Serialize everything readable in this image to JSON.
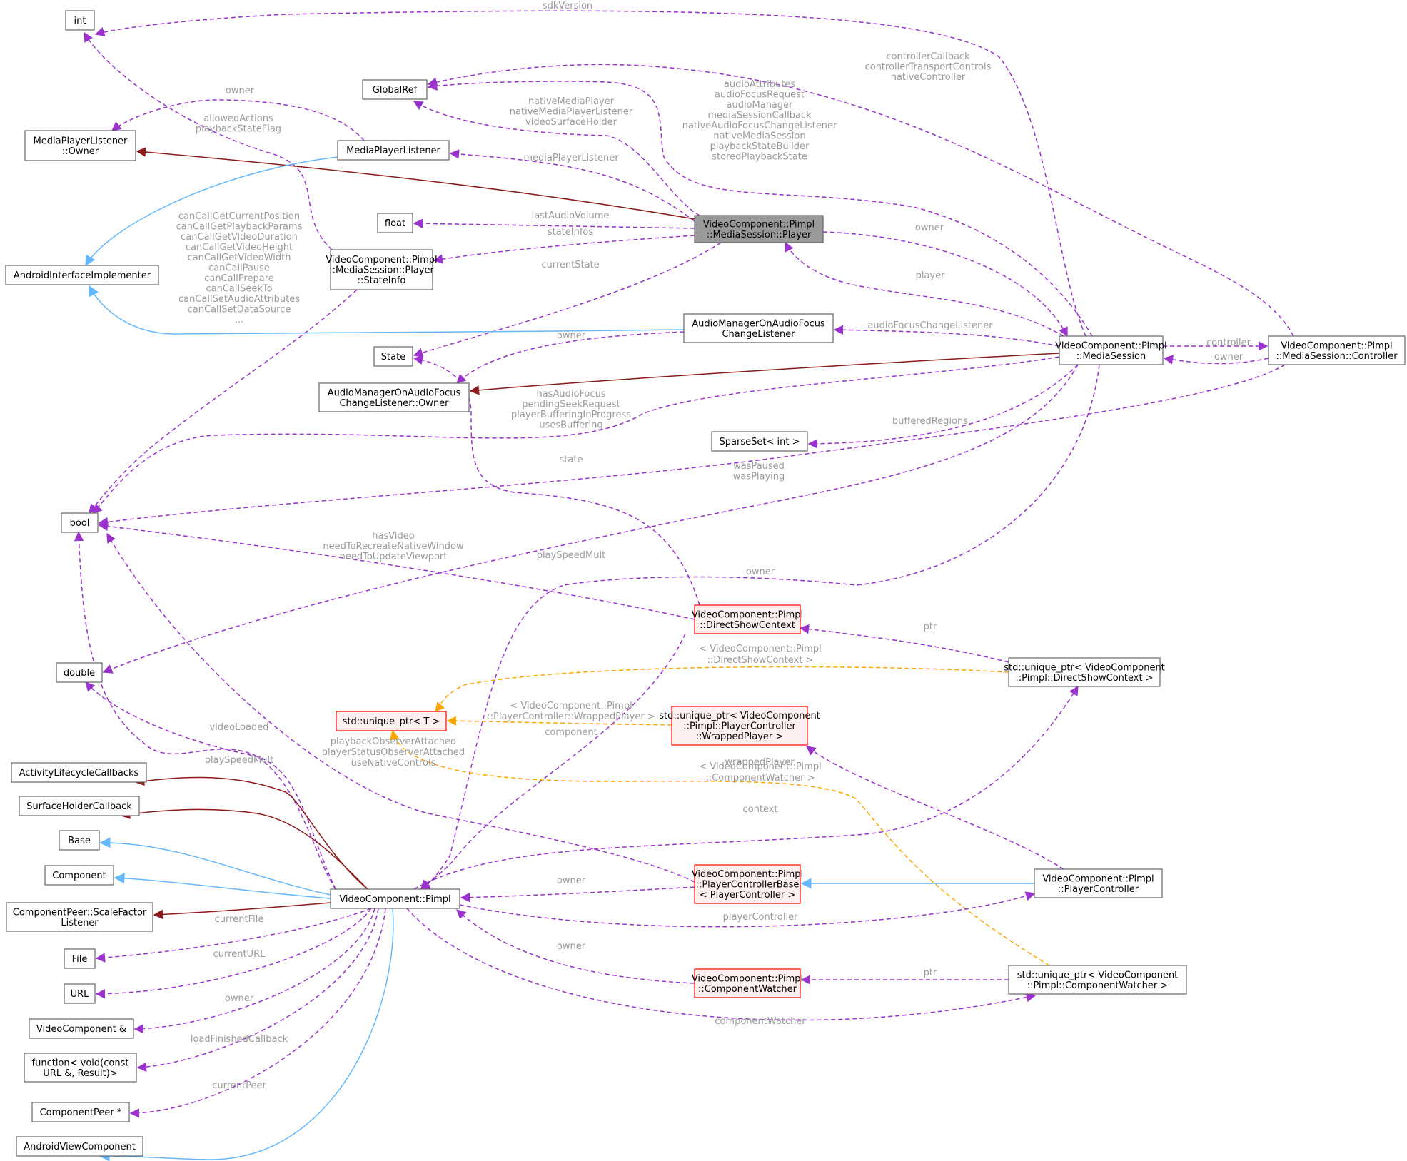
{
  "colors": {
    "usage": "#9a32cd",
    "template": "#ffa500",
    "public_inheritance": "#63b8ff",
    "protected_inheritance": "#8b1a1a",
    "focus_fill": "#999999",
    "red_box_border": "#ff0000",
    "red_box_fill": "#fff0f0",
    "box_border": "#666666",
    "label_text": "#9a9a9a"
  },
  "nodes": {
    "player": {
      "lines": [
        "VideoComponent::Pimpl",
        "::MediaSession::Player"
      ],
      "style": "focus"
    },
    "int": {
      "lines": [
        "int"
      ],
      "style": "plain"
    },
    "globalref": {
      "lines": [
        "GlobalRef"
      ],
      "style": "plain"
    },
    "mpl_owner": {
      "lines": [
        "MediaPlayerListener",
        "::Owner"
      ],
      "style": "plain"
    },
    "mpl": {
      "lines": [
        "MediaPlayerListener"
      ],
      "style": "plain"
    },
    "android_impl": {
      "lines": [
        "AndroidInterfaceImplementer"
      ],
      "style": "plain"
    },
    "float": {
      "lines": [
        "float"
      ],
      "style": "plain"
    },
    "stateinfo": {
      "lines": [
        "VideoComponent::Pimpl",
        "::MediaSession::Player",
        "::StateInfo"
      ],
      "style": "plain"
    },
    "state": {
      "lines": [
        "State"
      ],
      "style": "plain"
    },
    "afl": {
      "lines": [
        "AudioManagerOnAudioFocus",
        "ChangeListener"
      ],
      "style": "plain"
    },
    "afl_owner": {
      "lines": [
        "AudioManagerOnAudioFocus",
        "ChangeListener::Owner"
      ],
      "style": "plain"
    },
    "mediasession": {
      "lines": [
        "VideoComponent::Pimpl",
        "::MediaSession"
      ],
      "style": "plain"
    },
    "controller": {
      "lines": [
        "VideoComponent::Pimpl",
        "::MediaSession::Controller"
      ],
      "style": "plain"
    },
    "sparseset": {
      "lines": [
        "SparseSet< int >"
      ],
      "style": "plain"
    },
    "bool": {
      "lines": [
        "bool"
      ],
      "style": "plain"
    },
    "double": {
      "lines": [
        "double"
      ],
      "style": "plain"
    },
    "dsc": {
      "lines": [
        "VideoComponent::Pimpl",
        "::DirectShowContext"
      ],
      "style": "red"
    },
    "uptr_dsc": {
      "lines": [
        "std::unique_ptr< VideoComponent",
        "::Pimpl::DirectShowContext >"
      ],
      "style": "plain"
    },
    "uptr_t": {
      "lines": [
        "std::unique_ptr< T >"
      ],
      "style": "red"
    },
    "uptr_wp": {
      "lines": [
        "std::unique_ptr< VideoComponent",
        "::Pimpl::PlayerController",
        "::WrappedPlayer >"
      ],
      "style": "red"
    },
    "alc": {
      "lines": [
        "ActivityLifecycleCallbacks"
      ],
      "style": "plain"
    },
    "shc": {
      "lines": [
        "SurfaceHolderCallback"
      ],
      "style": "plain"
    },
    "base": {
      "lines": [
        "Base"
      ],
      "style": "plain"
    },
    "component": {
      "lines": [
        "Component"
      ],
      "style": "plain"
    },
    "cpsfl": {
      "lines": [
        "ComponentPeer::ScaleFactor",
        "Listener"
      ],
      "style": "plain"
    },
    "pimpl": {
      "lines": [
        "VideoComponent::Pimpl"
      ],
      "style": "plain"
    },
    "pcb": {
      "lines": [
        "VideoComponent::Pimpl",
        "::PlayerControllerBase",
        "< PlayerController >"
      ],
      "style": "red"
    },
    "pc": {
      "lines": [
        "VideoComponent::Pimpl",
        "::PlayerController"
      ],
      "style": "plain"
    },
    "file": {
      "lines": [
        "File"
      ],
      "style": "plain"
    },
    "url": {
      "lines": [
        "URL"
      ],
      "style": "plain"
    },
    "vcref": {
      "lines": [
        "VideoComponent &"
      ],
      "style": "plain"
    },
    "func": {
      "lines": [
        "function< void(const",
        "URL &, Result)>"
      ],
      "style": "plain"
    },
    "cpeer": {
      "lines": [
        "ComponentPeer *"
      ],
      "style": "plain"
    },
    "avc": {
      "lines": [
        "AndroidViewComponent"
      ],
      "style": "plain"
    },
    "cw": {
      "lines": [
        "VideoComponent::Pimpl",
        "::ComponentWatcher"
      ],
      "style": "red"
    },
    "uptr_cw": {
      "lines": [
        "std::unique_ptr< VideoComponent",
        "::Pimpl::ComponentWatcher >"
      ],
      "style": "plain"
    }
  },
  "edges": [
    {
      "id": "sdkversion",
      "kind": "usage",
      "lines": [
        "sdkVersion"
      ]
    },
    {
      "id": "ctrl-callbacks",
      "kind": "usage",
      "lines": [
        "controllerCallback",
        "controllerTransportControls",
        "nativeController"
      ]
    },
    {
      "id": "ms-audio",
      "kind": "usage",
      "lines": [
        "audioAttributes",
        "audioFocusRequest",
        "audioManager",
        "mediaSessionCallback",
        "nativeAudioFocusChangeListener",
        "nativeMediaSession",
        "playbackStateBuilder",
        "storedPlaybackState"
      ]
    },
    {
      "id": "player-native",
      "kind": "usage",
      "lines": [
        "nativeMediaPlayer",
        "nativeMediaPlayerListener",
        "videoSurfaceHolder"
      ]
    },
    {
      "id": "mpl-owner",
      "kind": "usage",
      "lines": [
        "owner"
      ]
    },
    {
      "id": "allowed",
      "kind": "usage",
      "lines": [
        "allowedActions",
        "playbackStateFlag"
      ]
    },
    {
      "id": "mplistener",
      "kind": "usage",
      "lines": [
        "mediaPlayerListener"
      ]
    },
    {
      "id": "lastaudio",
      "kind": "usage",
      "lines": [
        "lastAudioVolume"
      ]
    },
    {
      "id": "stateinfos",
      "kind": "usage",
      "lines": [
        "stateInfos"
      ]
    },
    {
      "id": "cancall",
      "kind": "usage",
      "lines": [
        "canCallGetCurrentPosition",
        "canCallGetPlaybackParams",
        "canCallGetVideoDuration",
        "canCallGetVideoHeight",
        "canCallGetVideoWidth",
        "canCallPause",
        "canCallPrepare",
        "canCallSeekTo",
        "canCallSetAudioAttributes",
        "canCallSetDataSource",
        "..."
      ]
    },
    {
      "id": "currentstate",
      "kind": "usage",
      "lines": [
        "currentState"
      ]
    },
    {
      "id": "player-owner",
      "kind": "usage",
      "lines": [
        "owner"
      ]
    },
    {
      "id": "player-link",
      "kind": "usage",
      "lines": [
        "player"
      ]
    },
    {
      "id": "afcl",
      "kind": "usage",
      "lines": [
        "audioFocusChangeListener"
      ]
    },
    {
      "id": "afl-owner",
      "kind": "usage",
      "lines": [
        "owner"
      ]
    },
    {
      "id": "controller-link",
      "kind": "usage",
      "lines": [
        "controller"
      ]
    },
    {
      "id": "controller-owner",
      "kind": "usage",
      "lines": [
        "owner"
      ]
    },
    {
      "id": "hasaudio",
      "kind": "usage",
      "lines": [
        "hasAudioFocus",
        "pendingSeekRequest",
        "playerBufferingInProgress",
        "usesBuffering"
      ]
    },
    {
      "id": "buffered",
      "kind": "usage",
      "lines": [
        "bufferedRegions"
      ]
    },
    {
      "id": "state-link",
      "kind": "usage",
      "lines": [
        "state"
      ]
    },
    {
      "id": "waspaused",
      "kind": "usage",
      "lines": [
        "wasPaused",
        "wasPlaying"
      ]
    },
    {
      "id": "hasvideo",
      "kind": "usage",
      "lines": [
        "hasVideo",
        "needToRecreateNativeWindow",
        "needToUpdateViewport"
      ]
    },
    {
      "id": "playspeed-ms",
      "kind": "usage",
      "lines": [
        "playSpeedMult"
      ]
    },
    {
      "id": "ms-pimpl-owner",
      "kind": "usage",
      "lines": [
        "owner"
      ]
    },
    {
      "id": "dsc-ptr",
      "kind": "usage",
      "lines": [
        "ptr"
      ]
    },
    {
      "id": "tpl-dsc",
      "kind": "template",
      "lines": [
        "< VideoComponent::Pimpl",
        "::DirectShowContext >"
      ]
    },
    {
      "id": "tpl-wp",
      "kind": "template",
      "lines": [
        "< VideoComponent::Pimpl",
        "::PlayerController::WrappedPlayer >"
      ]
    },
    {
      "id": "component-link",
      "kind": "usage",
      "lines": [
        "component"
      ]
    },
    {
      "id": "videoloaded",
      "kind": "usage",
      "lines": [
        "videoLoaded"
      ]
    },
    {
      "id": "playback",
      "kind": "usage",
      "lines": [
        "playbackObserverAttached",
        "playerStatusObserverAttached",
        "useNativeControls"
      ]
    },
    {
      "id": "playspeed-pimpl",
      "kind": "usage",
      "lines": [
        "playSpeedMult"
      ]
    },
    {
      "id": "tpl-cw",
      "kind": "template",
      "lines": [
        "< VideoComponent::Pimpl",
        "::ComponentWatcher >"
      ]
    },
    {
      "id": "wrapped",
      "kind": "usage",
      "lines": [
        "wrappedPlayer"
      ]
    },
    {
      "id": "context",
      "kind": "usage",
      "lines": [
        "context"
      ]
    },
    {
      "id": "pcb-owner",
      "kind": "usage",
      "lines": [
        "owner"
      ]
    },
    {
      "id": "pc-link",
      "kind": "usage",
      "lines": [
        "playerController"
      ]
    },
    {
      "id": "currentfile",
      "kind": "usage",
      "lines": [
        "currentFile"
      ]
    },
    {
      "id": "currenturl",
      "kind": "usage",
      "lines": [
        "currentURL"
      ]
    },
    {
      "id": "vcref-owner",
      "kind": "usage",
      "lines": [
        "owner"
      ]
    },
    {
      "id": "loadfinished",
      "kind": "usage",
      "lines": [
        "loadFinishedCallback"
      ]
    },
    {
      "id": "currentpeer",
      "kind": "usage",
      "lines": [
        "currentPeer"
      ]
    },
    {
      "id": "cw-owner",
      "kind": "usage",
      "lines": [
        "owner"
      ]
    },
    {
      "id": "cw-ptr",
      "kind": "usage",
      "lines": [
        "ptr"
      ]
    },
    {
      "id": "cw-link",
      "kind": "usage",
      "lines": [
        "componentWatcher"
      ]
    },
    {
      "id": "inh-mpl-owner",
      "kind": "protected",
      "lines": []
    },
    {
      "id": "inh-mpl-android",
      "kind": "public",
      "lines": []
    },
    {
      "id": "inh-afl-android",
      "kind": "public",
      "lines": []
    },
    {
      "id": "inh-afl-owner",
      "kind": "protected",
      "lines": []
    },
    {
      "id": "inh-alc",
      "kind": "protected",
      "lines": []
    },
    {
      "id": "inh-shc",
      "kind": "protected",
      "lines": []
    },
    {
      "id": "inh-base",
      "kind": "public",
      "lines": []
    },
    {
      "id": "inh-component",
      "kind": "public",
      "lines": []
    },
    {
      "id": "inh-cpsfl",
      "kind": "protected",
      "lines": []
    },
    {
      "id": "inh-avc",
      "kind": "public",
      "lines": []
    },
    {
      "id": "inh-pcb",
      "kind": "public",
      "lines": []
    }
  ]
}
